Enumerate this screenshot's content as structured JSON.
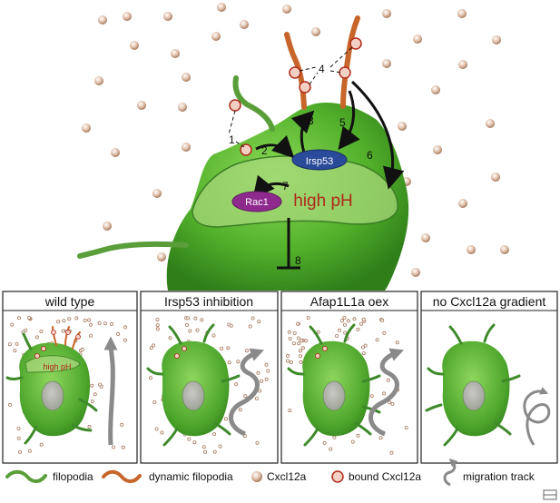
{
  "top": {
    "numbers": [
      "1",
      "2",
      "3",
      "4",
      "5",
      "6",
      "7",
      "8"
    ],
    "irsp53_label": "Irsp53",
    "rac1_label": "Rac1",
    "high_ph_label": "high pH"
  },
  "panels": [
    {
      "title": "wild type",
      "inner_label": "high pH"
    },
    {
      "title": "Irsp53 inhibition"
    },
    {
      "title": "Afap1L1a oex"
    },
    {
      "title": "no Cxcl12a gradient"
    }
  ],
  "legend": {
    "filopodia": "filopodia",
    "dynamic_filopodia": "dynamic filopodia",
    "cxcl12a": "Cxcl12a",
    "bound_cxcl12a": "bound Cxcl12a",
    "migration_track": "migration track"
  },
  "colors": {
    "cell_green": "#5cb32e",
    "filopodia_green": "#5a9e3a",
    "dynamic_orange": "#c8652a",
    "irsp53_blue": "#2a4a9a",
    "rac1_purple": "#8e2a8e",
    "high_ph_red": "#b02a1a",
    "track_gray": "#8a8a8a"
  }
}
